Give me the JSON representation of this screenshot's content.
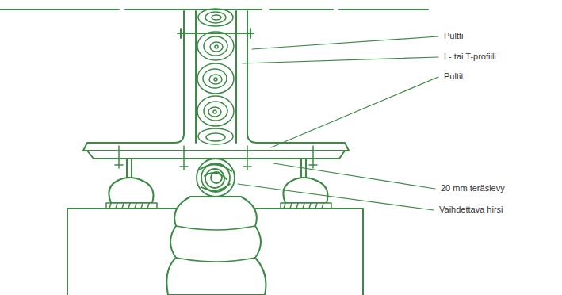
{
  "diagram": {
    "labels": [
      "Pultti",
      "L- tai T-profiili",
      "Pultit",
      "20 mm teräslevy",
      "Vaihdettava hirsi"
    ]
  }
}
